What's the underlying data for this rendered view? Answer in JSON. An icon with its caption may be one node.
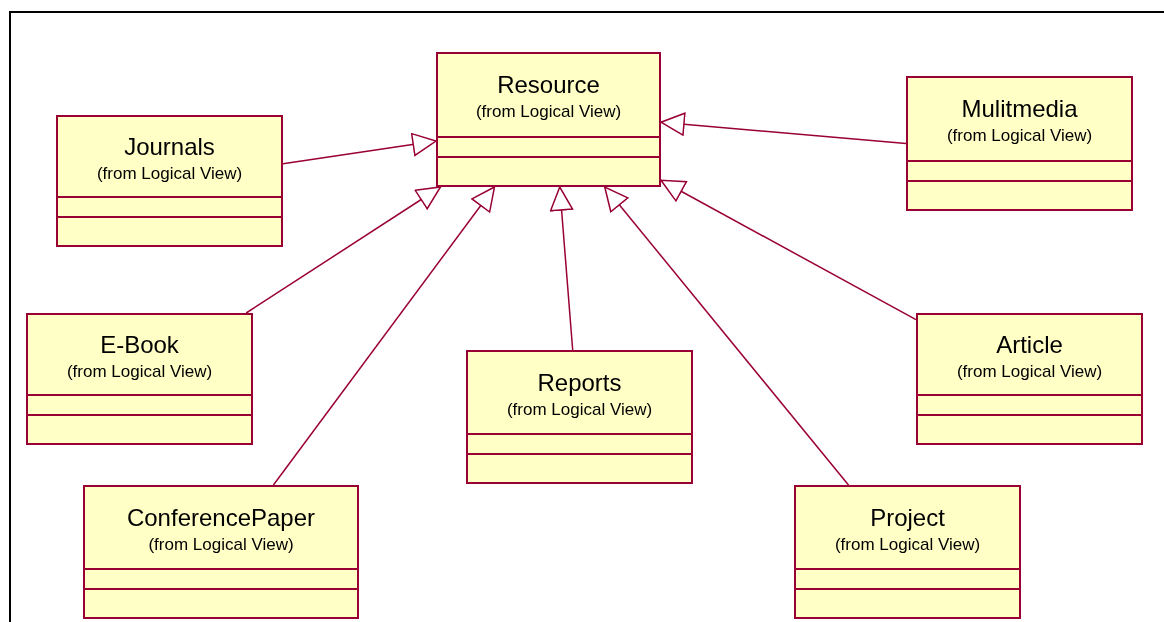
{
  "diagram": {
    "nodes": [
      {
        "text": [
          "Resource",
          "(from Logical View)"
        ]
      },
      {
        "text": [
          "Journals",
          "(from Logical View)"
        ]
      },
      {
        "text": [
          "Mulitmedia",
          "(from Logical View)"
        ]
      },
      {
        "text": [
          "E-Book",
          "(from Logical View)"
        ]
      },
      {
        "text": [
          "Article",
          "(from Logical View)"
        ]
      },
      {
        "text": [
          "Reports",
          "(from Logical View)"
        ]
      },
      {
        "text": [
          "ConferencePaper",
          "(from Logical View)"
        ]
      },
      {
        "text": [
          "Project",
          "(from Logical View)"
        ]
      }
    ],
    "edges": [
      {
        "from": 1,
        "to": 0,
        "arrow": "to"
      },
      {
        "from": 2,
        "to": 0,
        "arrow": "to"
      },
      {
        "from": 3,
        "to": 0,
        "arrow": "to"
      },
      {
        "from": 6,
        "to": 0,
        "arrow": "to"
      },
      {
        "from": 5,
        "to": 0,
        "arrow": "to"
      },
      {
        "from": 7,
        "to": 0,
        "arrow": "to"
      },
      {
        "from": 4,
        "to": 0,
        "arrow": "to"
      }
    ]
  }
}
